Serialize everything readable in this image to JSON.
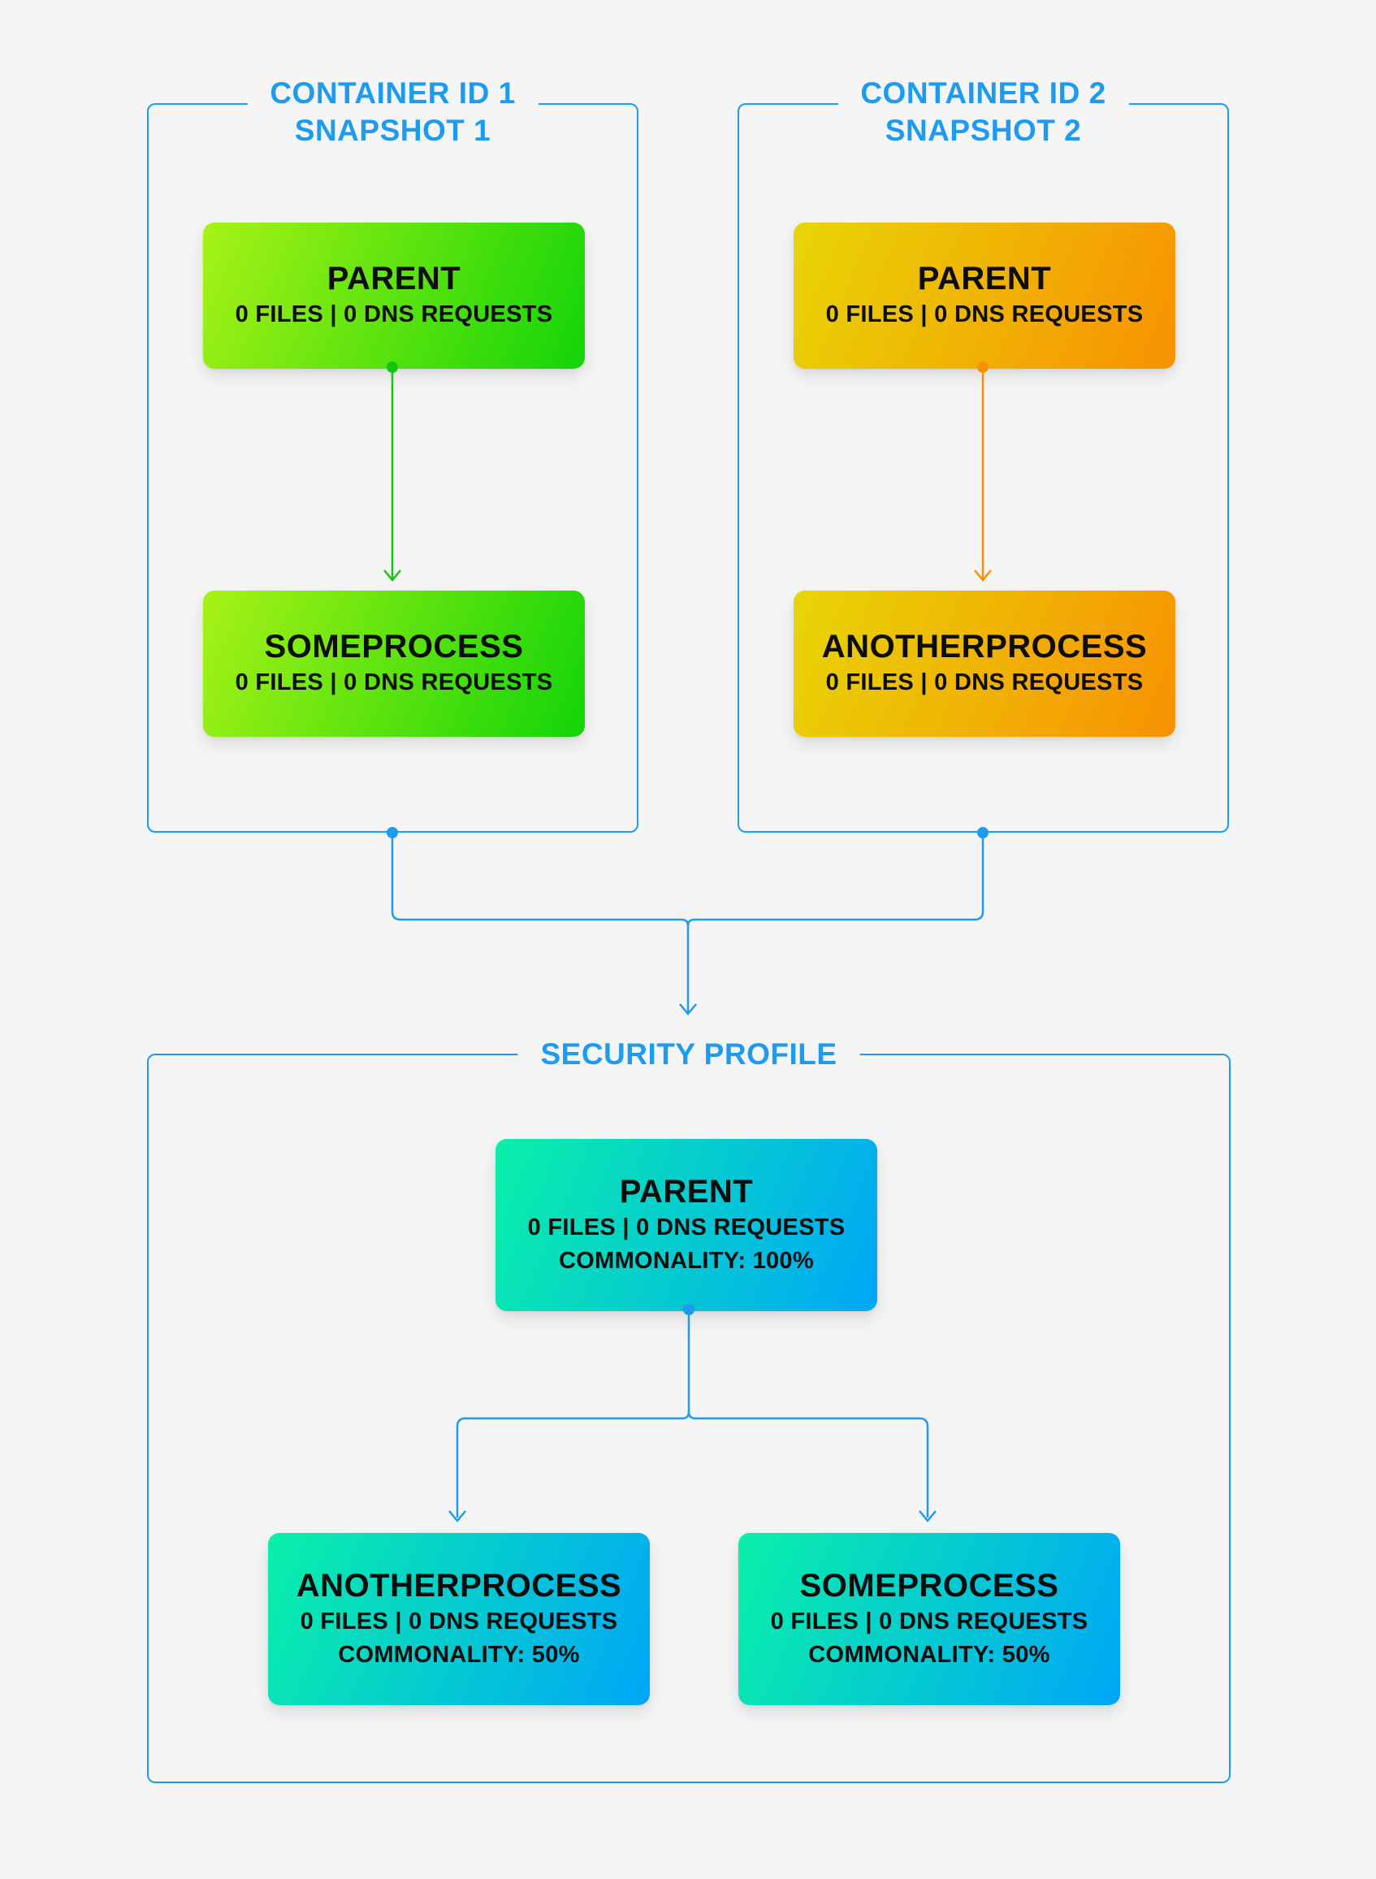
{
  "colors": {
    "bg": "#f5f5f6",
    "blue": "#1d9bf0",
    "text": "#0d0d0d",
    "green_line": "#14c412",
    "orange_line": "#f89000",
    "green_a": "#a8f216",
    "green_b": "#12d408",
    "orange_a": "#e8d506",
    "orange_b": "#f89102",
    "teal_a": "#0af0a9",
    "teal_b": "#00a6f7"
  },
  "containers": [
    {
      "title_line1": "CONTAINER ID 1",
      "title_line2": "SNAPSHOT 1",
      "nodes": [
        {
          "name": "PARENT",
          "stats": "0 FILES | 0 DNS REQUESTS"
        },
        {
          "name": "SOMEPROCESS",
          "stats": "0 FILES | 0 DNS REQUESTS"
        }
      ]
    },
    {
      "title_line1": "CONTAINER ID 2",
      "title_line2": "SNAPSHOT 2",
      "nodes": [
        {
          "name": "PARENT",
          "stats": "0 FILES | 0 DNS REQUESTS"
        },
        {
          "name": "ANOTHERPROCESS",
          "stats": "0 FILES | 0 DNS REQUESTS"
        }
      ]
    }
  ],
  "security_profile": {
    "title": "SECURITY PROFILE",
    "nodes": [
      {
        "name": "PARENT",
        "stats": "0 FILES | 0 DNS REQUESTS",
        "commonality": "COMMONALITY: 100%"
      },
      {
        "name": "ANOTHERPROCESS",
        "stats": "0 FILES | 0 DNS REQUESTS",
        "commonality": "COMMONALITY: 50%"
      },
      {
        "name": "SOMEPROCESS",
        "stats": "0 FILES | 0 DNS REQUESTS",
        "commonality": "COMMONALITY: 50%"
      }
    ]
  }
}
